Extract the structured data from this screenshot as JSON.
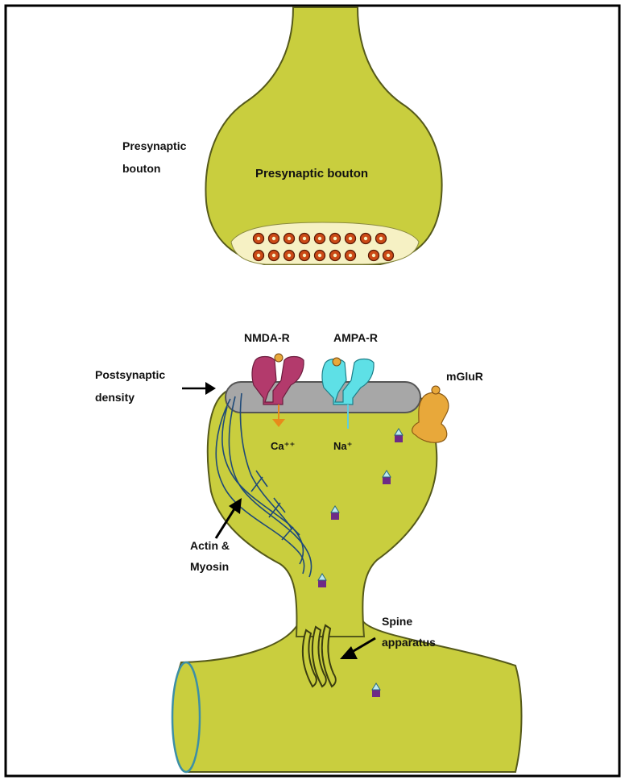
{
  "labels": {
    "presynaptic_left_line1": "Presynaptic",
    "presynaptic_left_line2": "bouton",
    "presynaptic_inside": "Presynaptic bouton",
    "nmda": "NMDA-R",
    "ampa": "AMPA-R",
    "mglur": "mGluR",
    "postsynaptic_line1": "Postsynaptic",
    "postsynaptic_line2": "density",
    "calcium": "Ca⁺⁺",
    "sodium": "Na⁺",
    "actin_line1": "Actin &",
    "actin_line2": "Myosin",
    "spine_line1": "Spine",
    "spine_line2": "apparatus"
  },
  "colors": {
    "neuron_fill": "#c9ce3e",
    "neuron_stroke": "#55591a",
    "vesicle_zone": "#f6f1c4",
    "vesicle": "#cc4a16",
    "psd": "#a7a7a7",
    "nmda": "#b33a6c",
    "ampa": "#5ee0e6",
    "mglur": "#e8a83a",
    "calcium_arrow": "#e88a1a",
    "sodium_arrow": "#5ecfe0",
    "cytoskeleton": "#1f4a78",
    "marker_cap": "#bde8f0",
    "marker_base": "#6e2a86",
    "frame": "#000000"
  }
}
